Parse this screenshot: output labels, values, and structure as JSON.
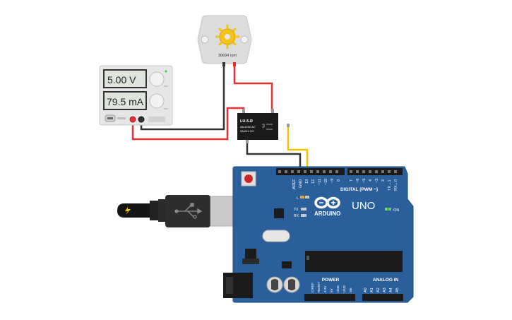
{
  "power_supply": {
    "voltage": "5.00 V",
    "current": "79.5 mA"
  },
  "motor": {
    "speed": "30694 rpm"
  },
  "relay": {
    "model": "LU-5-R",
    "rating_ac": "3A/125V AC",
    "rating_dc": "3A/24V DC"
  },
  "arduino": {
    "logo": "ARDUINO",
    "model": "UNO",
    "digital_label": "DIGITAL (PWM ~)",
    "power_label": "POWER",
    "analog_label": "ANALOG IN",
    "on_label": "ON",
    "tx_label": "TX",
    "rx_label": "RX",
    "l_label": "L",
    "pin_aref": "AREF",
    "pin_gnd": "GND",
    "pin_13": "13",
    "pin_12": "12",
    "pin_11": "~11",
    "pin_10": "~10",
    "pin_9": "~9",
    "pin_8": "8",
    "pin_7": "7",
    "pin_6": "~6",
    "pin_5": "~5",
    "pin_4": "4",
    "pin_3": "~3",
    "pin_2": "2",
    "pin_1": "TX→1",
    "pin_0": "RX←0",
    "p_ioref": "IOREF",
    "p_reset": "RESET",
    "p_33": "3.3V",
    "p_5v": "5V",
    "p_gnd1": "GND",
    "p_gnd2": "GND",
    "p_vin": "Vin",
    "a0": "A0",
    "a1": "A1",
    "a2": "A2",
    "a3": "A3",
    "a4": "A4",
    "a5": "A5"
  },
  "colors": {
    "board": "#2a5f9c",
    "wire_red": "#e53030",
    "wire_black": "#333333",
    "wire_yellow": "#f2c400",
    "lcd_bg": "#dfe5dc"
  }
}
